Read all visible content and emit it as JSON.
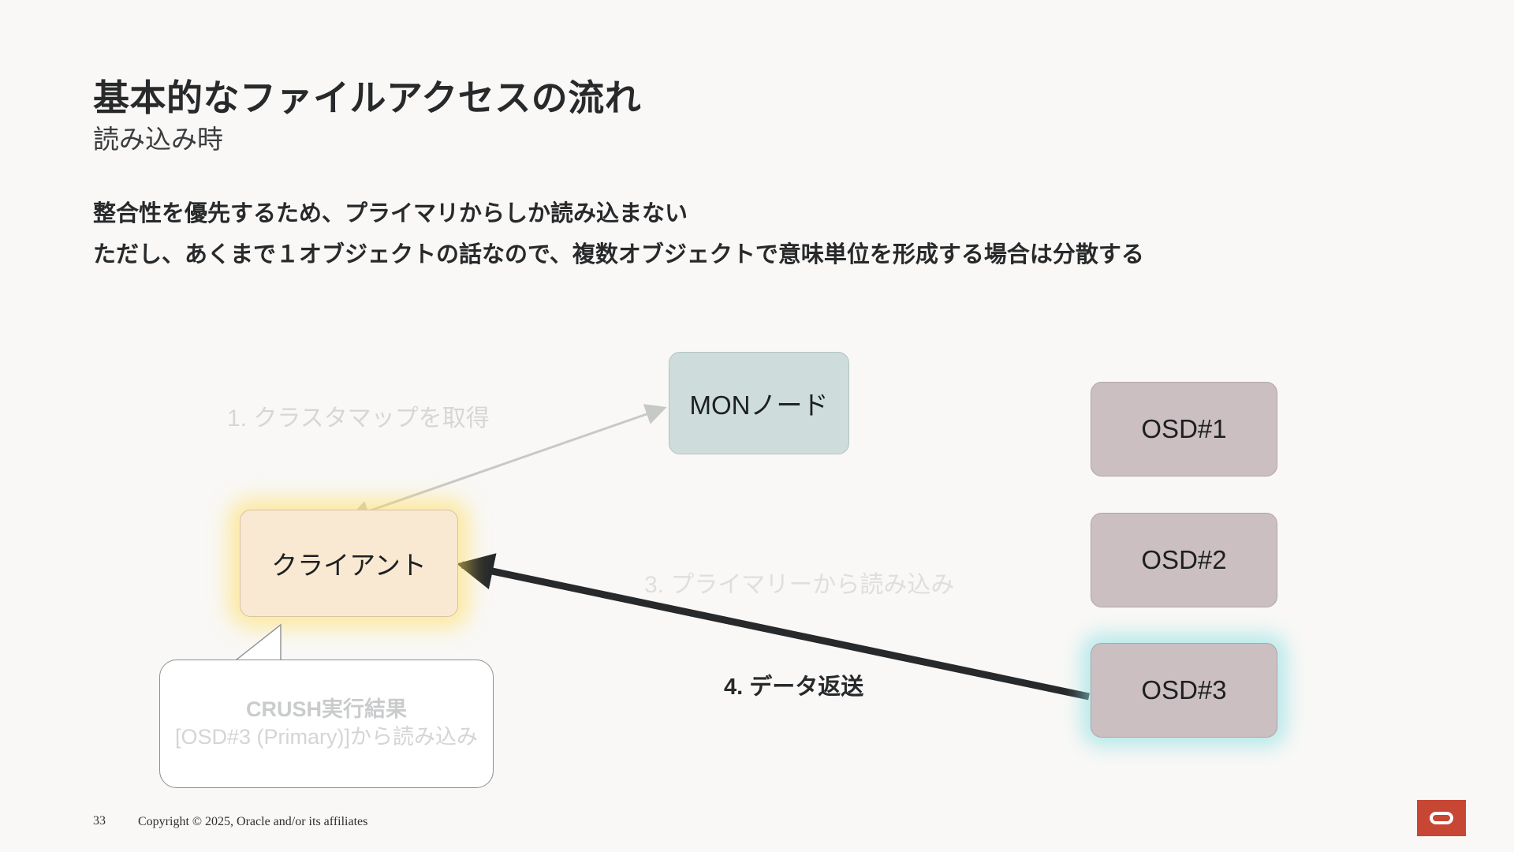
{
  "slide": {
    "title": "基本的なファイルアクセスの流れ",
    "subtitle": "読み込み時",
    "body_lines": [
      "整合性を優先するため、プライマリからしか読み込まない",
      "ただし、あくまで１オブジェクトの話なので、複数オブジェクトで意味単位を形成する場合は分散する"
    ]
  },
  "diagram": {
    "nodes": [
      {
        "id": "mon",
        "label": "MONノード",
        "fill": "#cedcdb",
        "glow": "none"
      },
      {
        "id": "client",
        "label": "クライアント",
        "fill": "#fae9d2",
        "glow": "#ffdd5c"
      },
      {
        "id": "osd1",
        "label": "OSD#1",
        "fill": "#cbbfc1",
        "glow": "none"
      },
      {
        "id": "osd2",
        "label": "OSD#2",
        "fill": "#cbbfc1",
        "glow": "none"
      },
      {
        "id": "osd3",
        "label": "OSD#3",
        "fill": "#cbbfc1",
        "glow": "#8ddfe2"
      }
    ],
    "arrows": [
      {
        "id": "client-mon",
        "label": "1. クラスタマップを取得",
        "color": "#c7c9c6",
        "style": "double-headed-thin"
      },
      {
        "id": "osd3-client-read",
        "label": "3. プライマリーから読み込み",
        "color": "#dedfdd",
        "style": "label-only"
      },
      {
        "id": "osd3-client-data",
        "label": "4. データ返送",
        "color": "#27292b",
        "style": "single-headed-thick"
      }
    ],
    "callout": {
      "title": "CRUSH実行結果",
      "body": "[OSD#3 (Primary)]から読み込み",
      "title_color": "#c9cbcc",
      "body_color": "#d3d5d6"
    }
  },
  "footer": {
    "page_number": "33",
    "copyright": "Copyright © 2025, Oracle and/or its affiliates",
    "logo_name": "oracle-logo",
    "logo_color": "#c74634"
  }
}
